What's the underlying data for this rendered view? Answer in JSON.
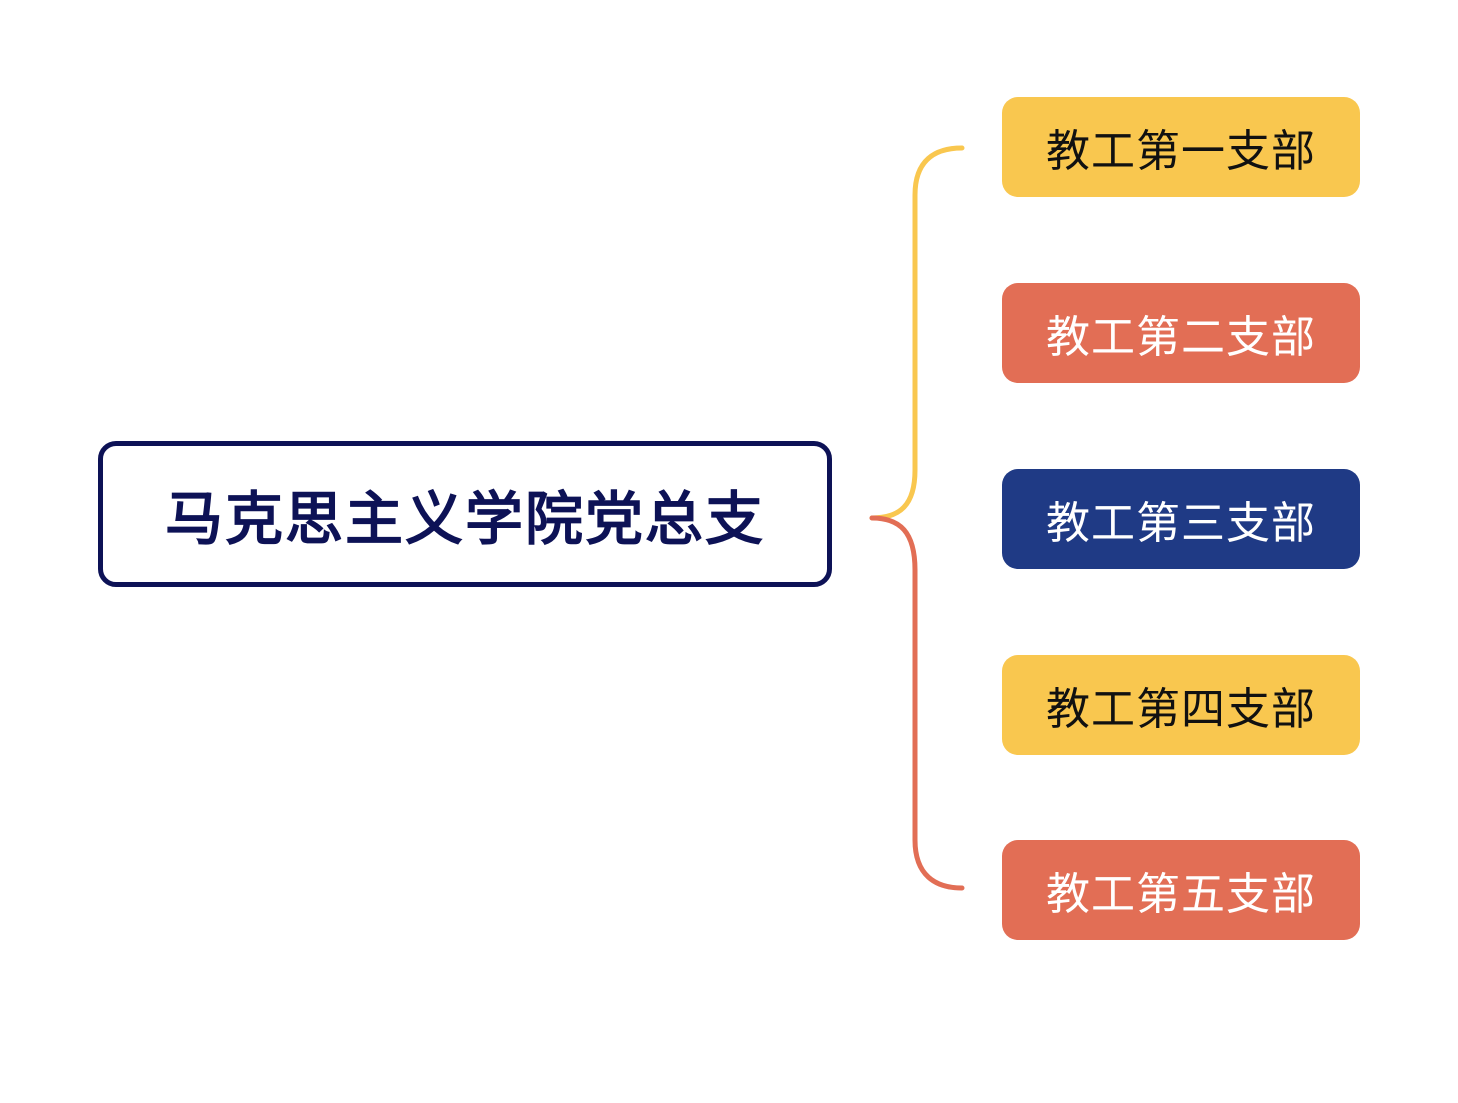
{
  "root": {
    "label": "马克思主义学院党总支",
    "border_color": "#0d1256"
  },
  "colors": {
    "yellow": "#f9c74f",
    "coral": "#e26e55",
    "navy": "#1f3a85",
    "text_dark": "#111111",
    "text_light": "#ffffff"
  },
  "branches": [
    {
      "label": "教工第一支部",
      "color": "#f9c74f",
      "text_color": "#111111"
    },
    {
      "label": "教工第二支部",
      "color": "#e26e55",
      "text_color": "#ffffff"
    },
    {
      "label": "教工第三支部",
      "color": "#1f3a85",
      "text_color": "#ffffff"
    },
    {
      "label": "教工第四支部",
      "color": "#f9c74f",
      "text_color": "#111111"
    },
    {
      "label": "教工第五支部",
      "color": "#e26e55",
      "text_color": "#ffffff"
    }
  ]
}
